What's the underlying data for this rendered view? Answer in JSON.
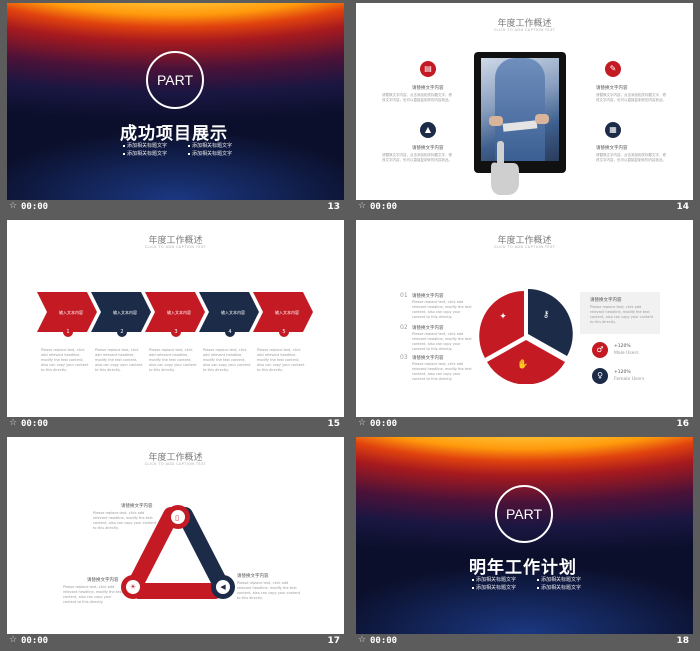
{
  "slides": [
    {
      "number": "13",
      "duration": "00:00",
      "part": "PART",
      "title": "成功项目展示",
      "bullets": [
        "添加相关标题文字",
        "添加相关标题文字",
        "添加相关标题文字",
        "添加相关标题文字"
      ]
    },
    {
      "number": "14",
      "duration": "00:00",
      "title": "年度工作概述",
      "subtitle": "CLICK TO ADD CAPTION TEXT",
      "item_title": "请替换文字内容",
      "item_body": "请替换文字内容，点击添加相关标题文字，修改文字内容，也可以直接复制你的内容到此。"
    },
    {
      "number": "15",
      "duration": "00:00",
      "title": "年度工作概述",
      "subtitle": "CLICK TO ADD CAPTION TEXT",
      "arrow_label": "输入文本内容",
      "steps": [
        "1",
        "2",
        "3",
        "4",
        "5"
      ],
      "body": "Please replace text, click add relevant headline, modify the text content, also can copy your content to this directly."
    },
    {
      "number": "16",
      "duration": "00:00",
      "title": "年度工作概述",
      "subtitle": "CLICK TO ADD CAPTION TEXT",
      "rows": [
        "01",
        "02",
        "03"
      ],
      "row_title": "请替换文字内容",
      "body": "Please replace text, click add relevant headline, modify the text content, also can copy your content to this directly.",
      "male_pct": "+120%",
      "male_label": "Male Users",
      "female_pct": "+120%",
      "female_label": "Female Users"
    },
    {
      "number": "17",
      "duration": "00:00",
      "title": "年度工作概述",
      "subtitle": "CLICK TO ADD CAPTION TEXT",
      "item_title": "请替换文字内容",
      "body": "Please replace text, click add relevant headline, modify the text content, also can copy your content to this directly."
    },
    {
      "number": "18",
      "duration": "00:00",
      "part": "PART",
      "title": "明年工作计划",
      "bullets": [
        "添加相关标题文字",
        "添加相关标题文字",
        "添加相关标题文字",
        "添加相关标题文字"
      ]
    }
  ],
  "colors": {
    "accent_red": "#c41a24",
    "accent_navy": "#1c2b48",
    "background": "#5c5c5c"
  },
  "icons": [
    "briefcase-icon",
    "microscope-icon",
    "graduation-cap-icon",
    "calculator-icon",
    "lightbulb-icon",
    "megaphone-icon",
    "handshake-icon",
    "key-icon",
    "male-icon",
    "female-icon"
  ]
}
